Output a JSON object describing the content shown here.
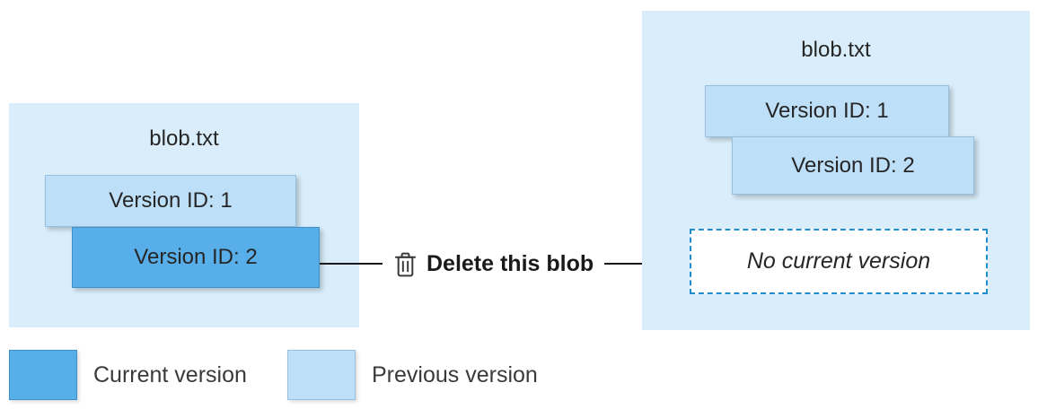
{
  "colors": {
    "panel_background": "#d9eefa",
    "previous_version_fill": "#bedff8",
    "current_version_fill": "#58aee9",
    "dashed_border": "#1e8fcc",
    "arrow": "#1a1a1a",
    "text": "#262626"
  },
  "left_panel": {
    "title": "blob.txt",
    "versions": [
      {
        "label": "Version ID: 1",
        "type": "previous"
      },
      {
        "label": "Version ID: 2",
        "type": "current"
      }
    ]
  },
  "action": {
    "icon": "trash-icon",
    "label": "Delete this blob"
  },
  "right_panel": {
    "title": "blob.txt",
    "versions": [
      {
        "label": "Version ID: 1",
        "type": "previous"
      },
      {
        "label": "Version ID: 2",
        "type": "previous"
      }
    ],
    "no_current_label": "No current version"
  },
  "legend": [
    {
      "label": "Current version",
      "type": "current"
    },
    {
      "label": "Previous version",
      "type": "previous"
    }
  ]
}
